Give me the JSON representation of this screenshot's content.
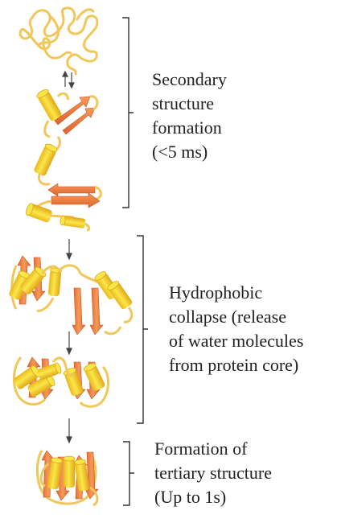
{
  "stages": [
    {
      "label": "Secondary\nstructure\nformation\n(<5 ms)"
    },
    {
      "label": "Hydrophobic\ncollapse (release\nof water molecules\nfrom protein core)"
    },
    {
      "label": "Formation of\ntertiary structure\n(Up to 1s)"
    }
  ],
  "colors": {
    "helix": "#f6dc2c",
    "helix_dark": "#d9a91a",
    "strand": "#ee7a3c",
    "coil": "#f2c75a",
    "bracket": "#333333",
    "arrow": "#444444"
  }
}
